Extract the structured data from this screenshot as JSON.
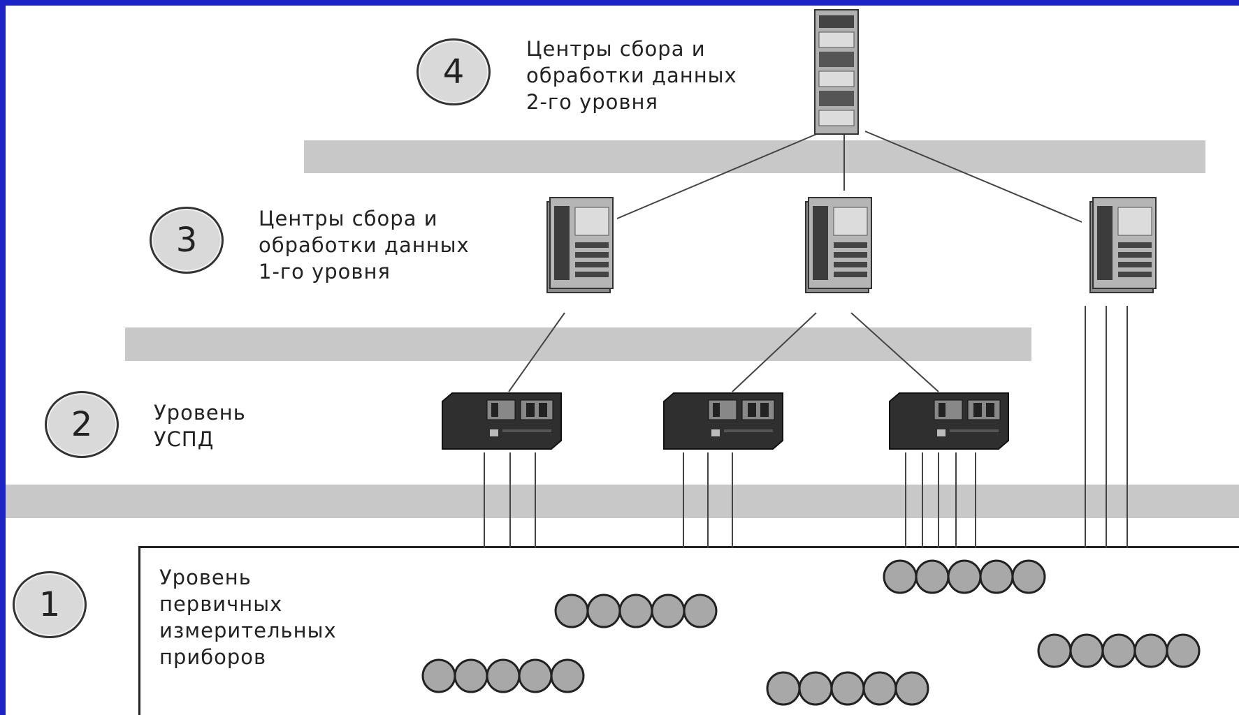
{
  "levels": [
    {
      "number": "4",
      "label": "Центры сбора и\nобработки данных\n2-го уровня"
    },
    {
      "number": "3",
      "label": "Центры сбора и\nобработки данных\n1-го уровня"
    },
    {
      "number": "2",
      "label": "Уровень\nУСПД"
    },
    {
      "number": "1",
      "label": "Уровень\nпервичных\nизмерительных\nприборов"
    }
  ],
  "colors": {
    "background_border": "#1d24c4",
    "band": "#c8c8c8",
    "device_dark": "#3a3a3a",
    "sensor_fill": "#a8a8a8"
  },
  "icons": {
    "top_server": "rack-server-icon",
    "level3_server": "tower-server-icon",
    "uspd": "data-collector-unit-icon",
    "sensor": "meter-circle-icon"
  }
}
